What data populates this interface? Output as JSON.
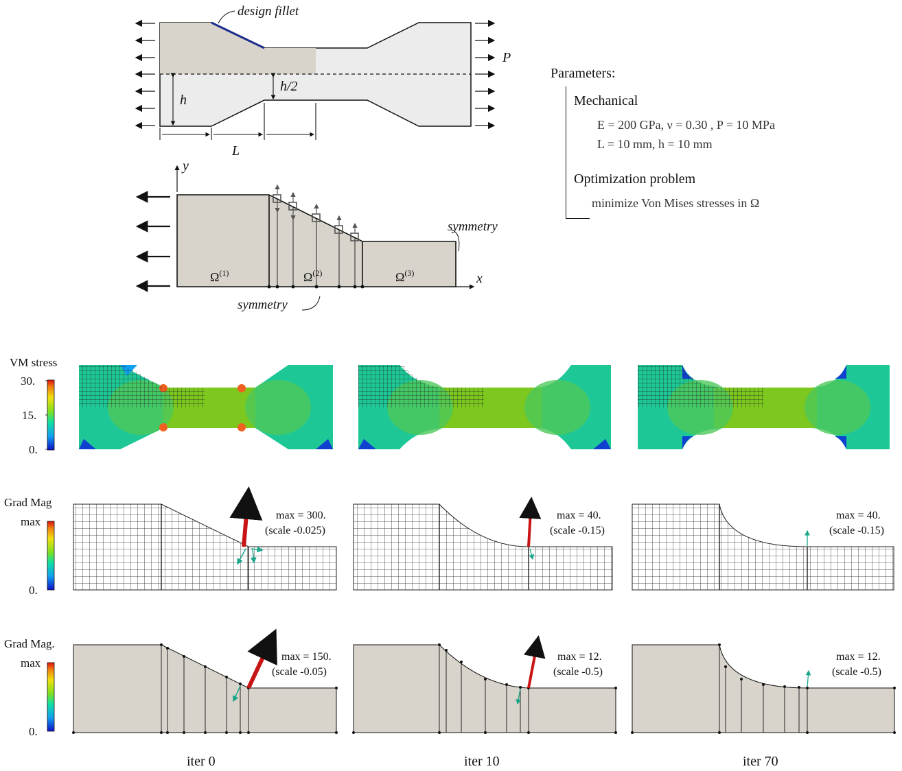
{
  "top_diagram": {
    "design_fillet": "design fillet",
    "P": "P",
    "h": "h",
    "h_half": "h/2",
    "L": "L"
  },
  "domain_diagram": {
    "y": "y",
    "x": "x",
    "omega1": "Ω(1)",
    "omega2": "Ω(2)",
    "omega3": "Ω(3)",
    "symmetry_right": "symmetry",
    "symmetry_bottom": "symmetry"
  },
  "parameters": {
    "heading": "Parameters:",
    "mechanical": {
      "title": "Mechanical",
      "line1": "E = 200 GPa, ν = 0.30 , P = 10 MPa",
      "line2": "L = 10 mm, h = 10 mm"
    },
    "optimization": {
      "title": "Optimization problem",
      "line1": "minimize Von Mises stresses in Ω"
    }
  },
  "rows": {
    "vm_stress": {
      "label": "VM stress",
      "ticks": [
        "30.",
        "15.",
        "0."
      ]
    },
    "grad_mag_row2": {
      "label": "Grad Mag",
      "ticks": [
        "max",
        "0."
      ],
      "annotations": [
        {
          "max": "max = 300.",
          "scale": "(scale -0.025)"
        },
        {
          "max": "max = 40.",
          "scale": "(scale -0.15)"
        },
        {
          "max": "max = 40.",
          "scale": "(scale -0.15)"
        }
      ]
    },
    "grad_mag_row3": {
      "label": "Grad Mag.",
      "ticks": [
        "max",
        "0."
      ],
      "annotations": [
        {
          "max": "max = 150.",
          "scale": "(scale -0.05)"
        },
        {
          "max": "max = 12.",
          "scale": "(scale -0.5)"
        },
        {
          "max": "max = 12.",
          "scale": "(scale -0.5)"
        }
      ]
    }
  },
  "iterations": [
    "iter 0",
    "iter 10",
    "iter 70"
  ],
  "colors": {
    "part_fill": "#d8d4cc",
    "fillet": "#1c2e8c",
    "arrow_red": "#c81414",
    "arrow_teal": "#1aa68a",
    "field_green": "#7cc81e",
    "field_teal": "#1ec896"
  }
}
